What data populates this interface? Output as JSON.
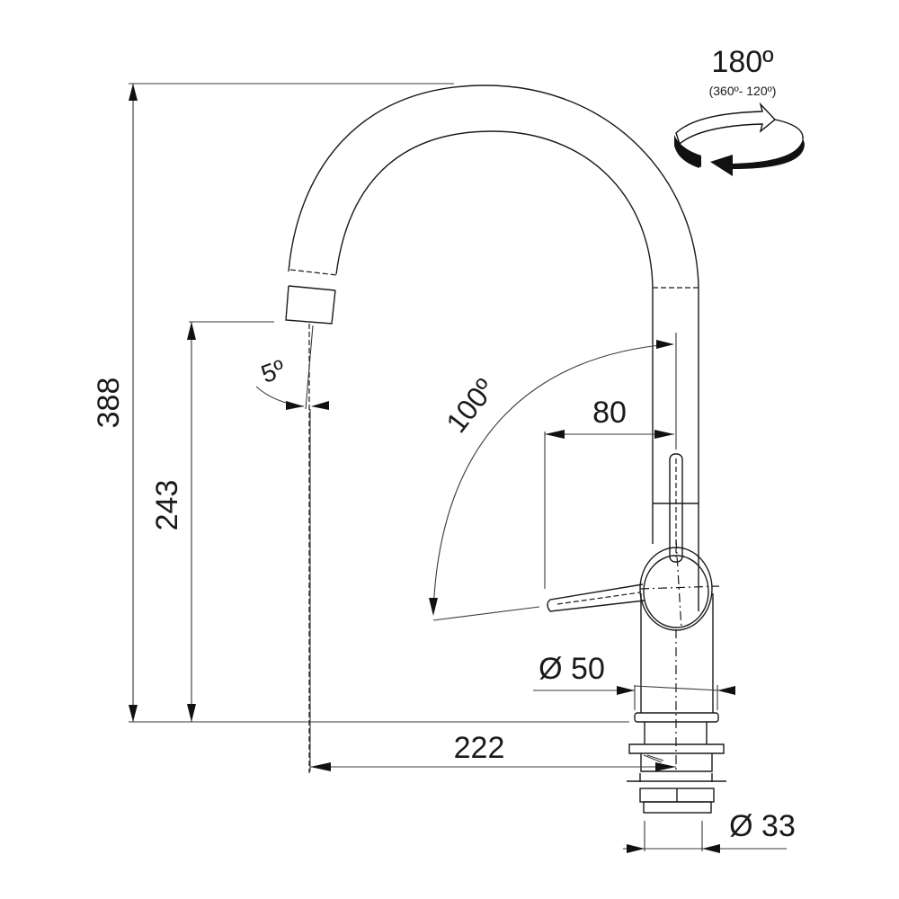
{
  "diagram": {
    "type": "technical-drawing",
    "subject": "kitchen faucet dimension drawing",
    "units_implied": "mm",
    "rotation": {
      "label": "180º",
      "sublabel": "(360º- 120º)",
      "icon": "rotate-arrows-icon"
    },
    "dimensions": {
      "total_height": "388",
      "spout_height": "243",
      "reach": "222",
      "lever_length": "80",
      "base_diameter": "Ø 50",
      "shank_diameter": "Ø 33",
      "spout_angle": "5º",
      "lever_angle": "100º"
    }
  }
}
